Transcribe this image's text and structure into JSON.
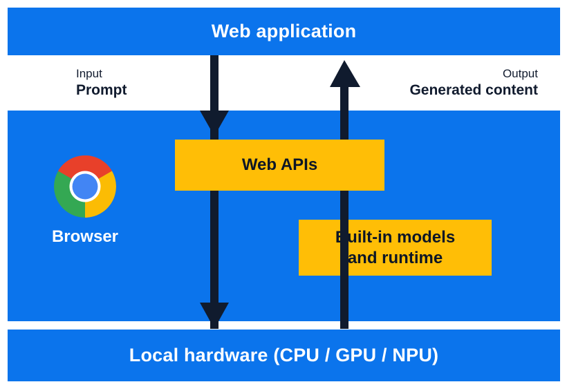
{
  "diagram": {
    "title": "Web application",
    "bands": [
      {
        "id": "web-application",
        "label": "Web application",
        "color": "#0b74ec"
      },
      {
        "id": "browser",
        "label": "Browser",
        "color": "#0b74ec"
      },
      {
        "id": "local-hardware",
        "label": "Local hardware (CPU / GPU / NPU)",
        "color": "#0b74ec"
      }
    ],
    "io": {
      "input": {
        "kind": "Input",
        "value": "Prompt"
      },
      "output": {
        "kind": "Output",
        "value": "Generated content"
      }
    },
    "boxes": [
      {
        "id": "web-apis",
        "label": "Web APIs",
        "color": "#ffbe06"
      },
      {
        "id": "builtin-models",
        "label": "Built-in models\nand runtime",
        "color": "#ffbe06"
      }
    ],
    "browser": {
      "logo": "chrome-logo",
      "label": "Browser",
      "logo_colors": {
        "red": "#e8402a",
        "yellow": "#fbbc04",
        "green": "#34a853",
        "blue": "#4285f4",
        "ring": "#ffffff"
      }
    },
    "arrows": [
      {
        "id": "input-arrow",
        "direction": "down",
        "color": "#101b2e"
      },
      {
        "id": "output-arrow",
        "direction": "up",
        "color": "#101b2e"
      }
    ],
    "colors": {
      "band_blue": "#0b74ec",
      "box_yellow": "#ffbe06",
      "arrow_navy": "#101b2e",
      "text_dark": "#111b2e",
      "text_light": "#ffffff",
      "background": "#ffffff"
    }
  }
}
